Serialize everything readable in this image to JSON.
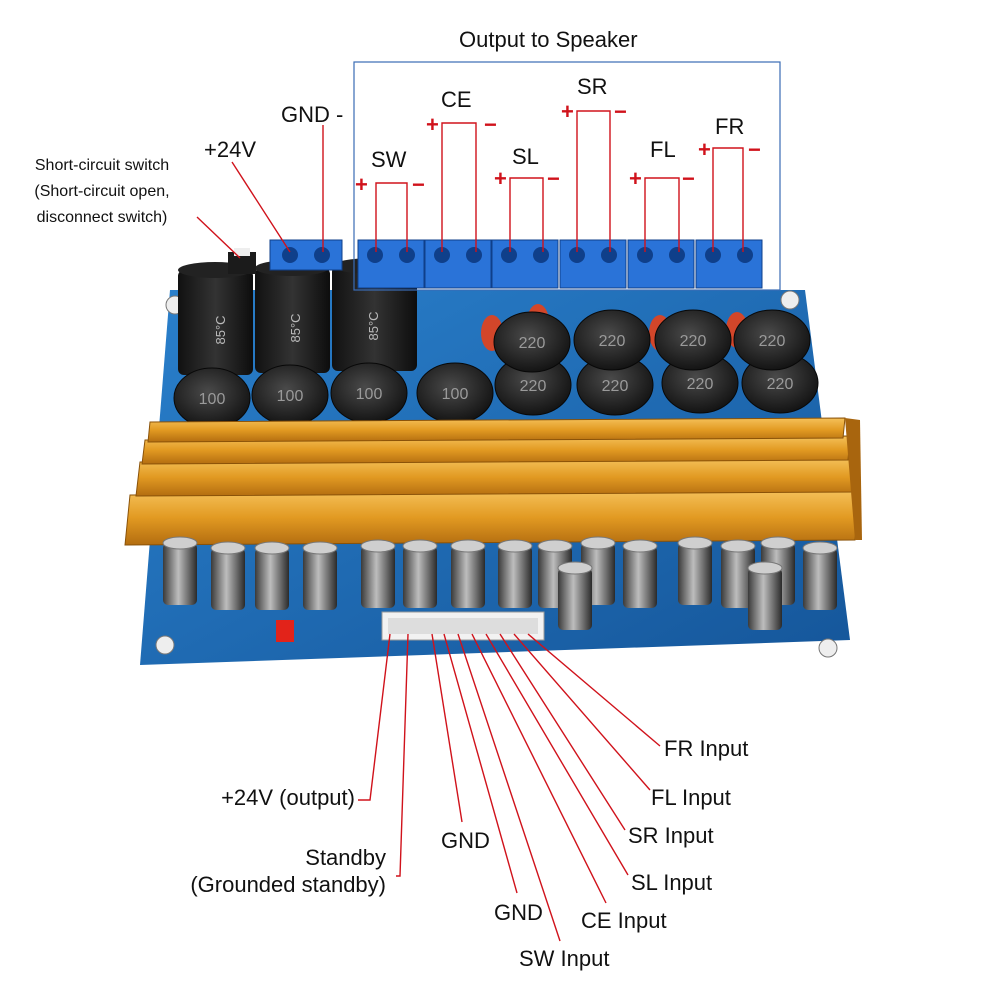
{
  "title": "Output to Speaker",
  "top_labels": {
    "gnd_minus": "GND -",
    "plus24v": "+24V",
    "switch_line1": "Short-circuit switch",
    "switch_line2": "(Short-circuit open,",
    "switch_line3": "disconnect switch)"
  },
  "speaker_channels": [
    {
      "name": "SW"
    },
    {
      "name": "CE"
    },
    {
      "name": "SL"
    },
    {
      "name": "SR"
    },
    {
      "name": "FL"
    },
    {
      "name": "FR"
    }
  ],
  "polarity": {
    "plus": "+",
    "minus": "−"
  },
  "input_labels": {
    "plus24v_out": "+24V (output)",
    "standby_line1": "Standby",
    "standby_line2": "(Grounded standby)",
    "gnd1": "GND",
    "gnd2": "GND",
    "sw_in": "SW Input",
    "ce_in": "CE Input",
    "sl_in": "SL Input",
    "sr_in": "SR Input",
    "fl_in": "FL Input",
    "fr_in": "FR Input"
  },
  "board_markings": {
    "inductor_a": "100",
    "inductor_b": "220",
    "cap_rating": "85°C"
  },
  "colors": {
    "pcb": "#1d6bb3",
    "heatsink": "#e29a22",
    "terminal": "#2a73d8",
    "leader": "#d0121b",
    "frame": "#3a6cb5"
  }
}
